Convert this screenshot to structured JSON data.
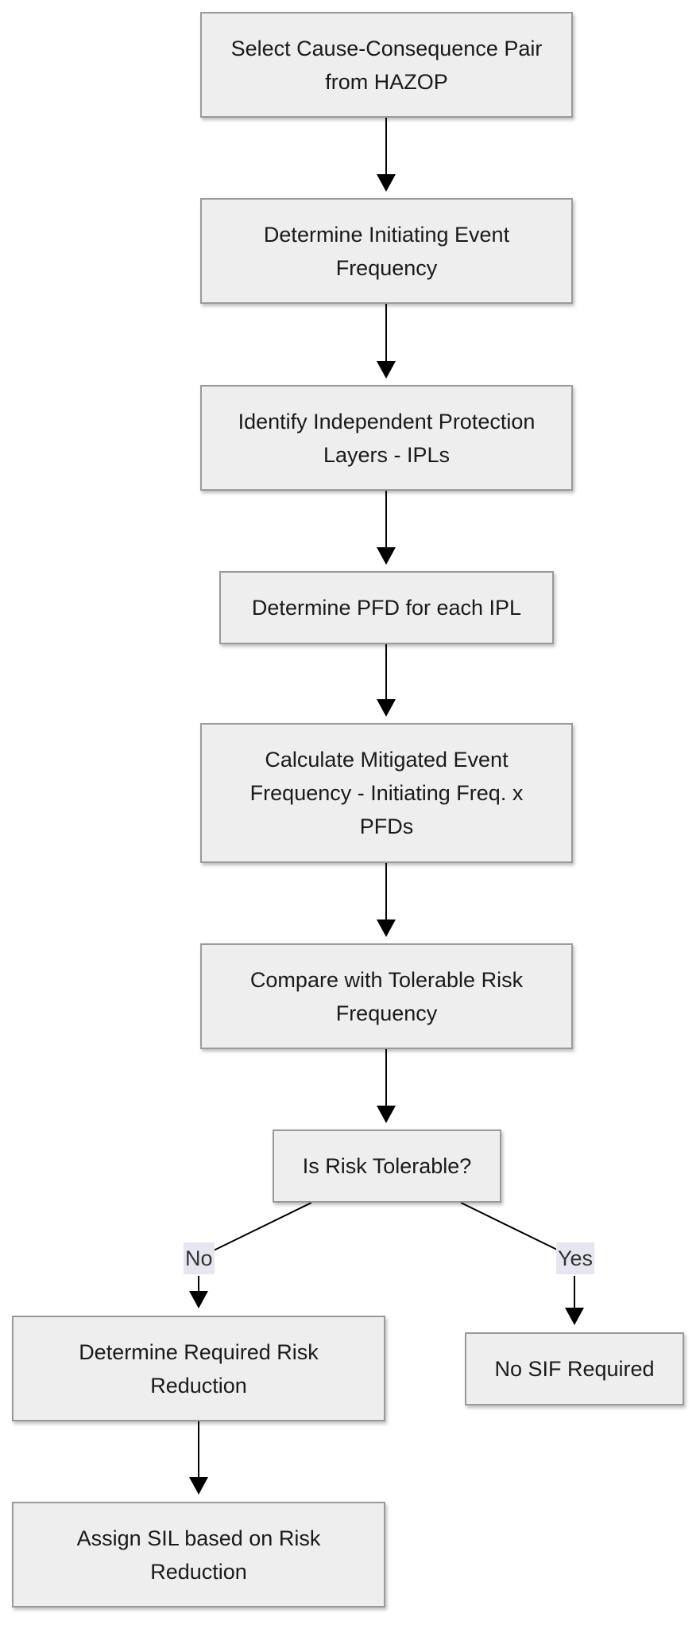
{
  "diagram": {
    "type": "flowchart",
    "nodes": [
      {
        "id": "select_pair",
        "label": "Select Cause-Consequence Pair from HAZOP"
      },
      {
        "id": "init_freq",
        "label": "Determine Initiating Event Frequency"
      },
      {
        "id": "identify_ipls",
        "label": "Identify Independent Protection Layers - IPLs"
      },
      {
        "id": "pfd",
        "label": "Determine PFD for each IPL"
      },
      {
        "id": "mitigated",
        "label": "Calculate Mitigated Event Frequency - Initiating Freq. x PFDs"
      },
      {
        "id": "compare",
        "label": "Compare with Tolerable Risk Frequency"
      },
      {
        "id": "decision",
        "label": "Is Risk Tolerable?"
      },
      {
        "id": "required_reduction",
        "label": "Determine Required Risk Reduction"
      },
      {
        "id": "no_sif",
        "label": "No SIF Required"
      },
      {
        "id": "assign_sil",
        "label": "Assign SIL based on Risk Reduction"
      }
    ],
    "edges": [
      {
        "from": "select_pair",
        "to": "init_freq",
        "label": ""
      },
      {
        "from": "init_freq",
        "to": "identify_ipls",
        "label": ""
      },
      {
        "from": "identify_ipls",
        "to": "pfd",
        "label": ""
      },
      {
        "from": "pfd",
        "to": "mitigated",
        "label": ""
      },
      {
        "from": "mitigated",
        "to": "compare",
        "label": ""
      },
      {
        "from": "compare",
        "to": "decision",
        "label": ""
      },
      {
        "from": "decision",
        "to": "required_reduction",
        "label": "No"
      },
      {
        "from": "decision",
        "to": "no_sif",
        "label": "Yes"
      },
      {
        "from": "required_reduction",
        "to": "assign_sil",
        "label": ""
      }
    ],
    "colors": {
      "node_fill": "#eeeeee",
      "node_border": "#9a9a9a",
      "edge": "#000000",
      "edge_label_bg": "#e6e6f0"
    }
  }
}
